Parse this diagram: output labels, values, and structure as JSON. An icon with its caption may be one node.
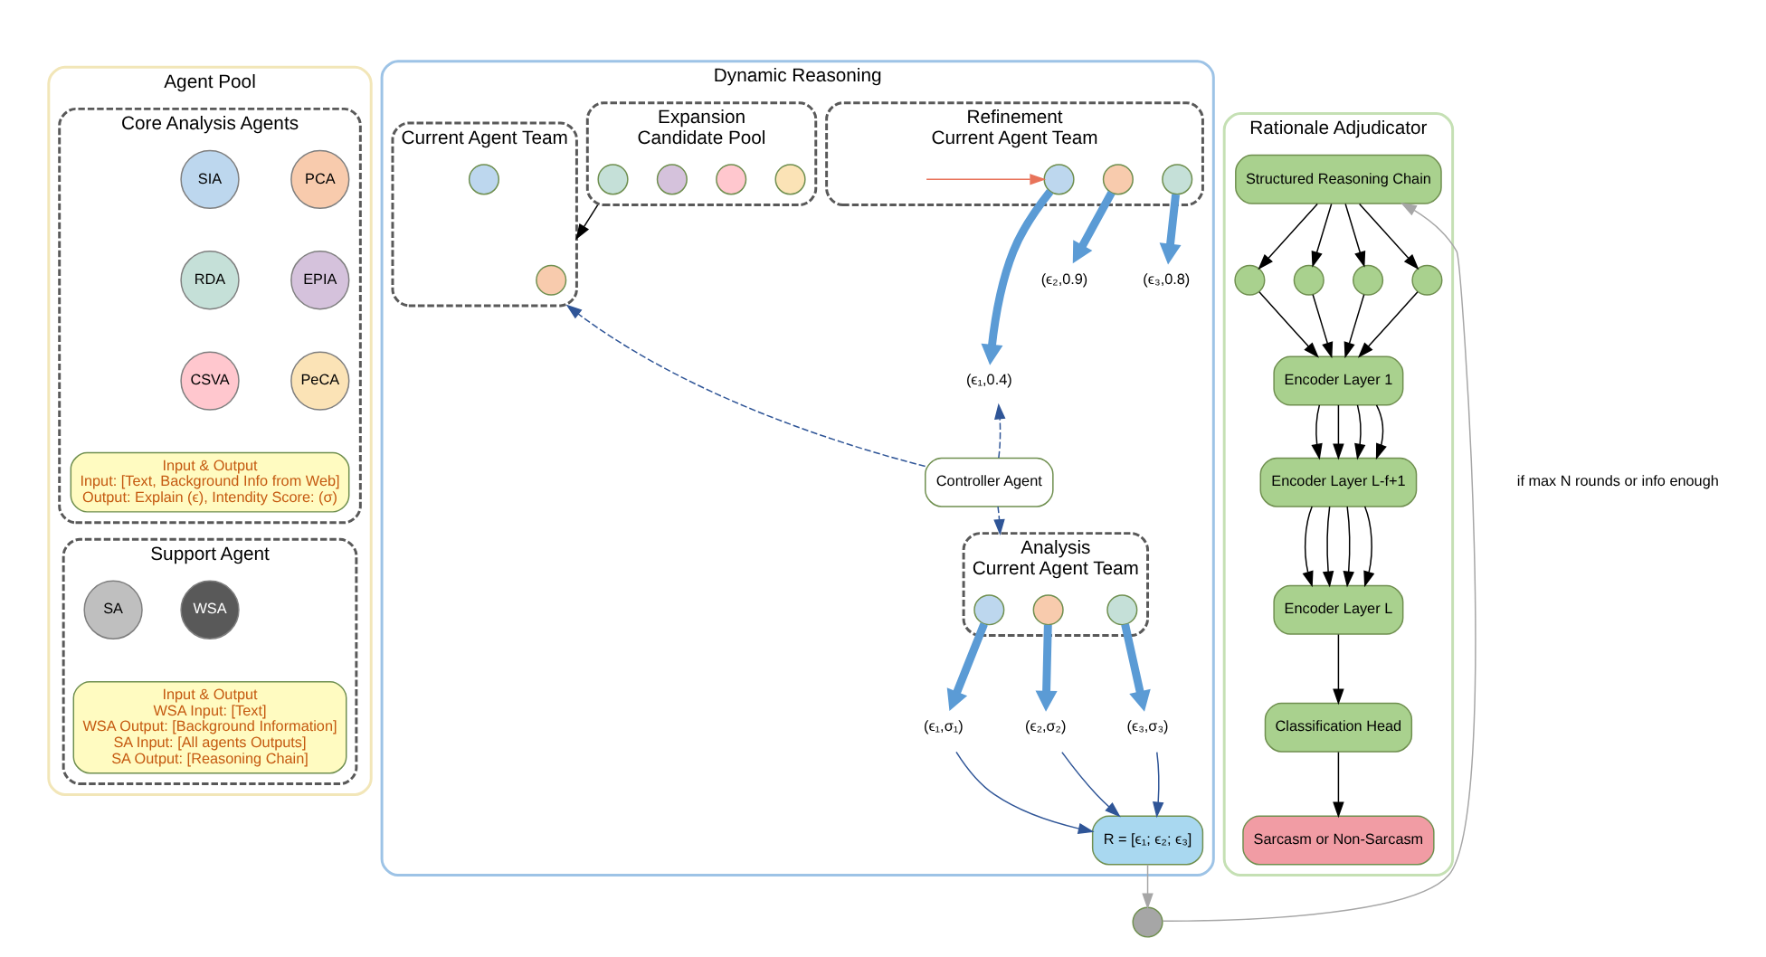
{
  "diagram": {
    "nodes": [
      {
        "text": [
          "Agent Pool"
        ]
      },
      {
        "text": [
          "Core Analysis Agents"
        ],
        "in": 0
      },
      {
        "text": [
          "SIA"
        ],
        "in": 1
      },
      {
        "text": [
          "PCA"
        ],
        "in": 1
      },
      {
        "text": [
          "RDA"
        ],
        "in": 1
      },
      {
        "text": [
          "EPIA"
        ],
        "in": 1
      },
      {
        "text": [
          "CSVA"
        ],
        "in": 1
      },
      {
        "text": [
          "PeCA"
        ],
        "in": 1
      },
      {
        "text": [
          "Input & Output",
          "Input: [Text, Background Info from Web]",
          "Output: Explain (ϵ), Intendity Score: (σ)"
        ],
        "in": 1
      },
      {
        "text": [
          "Support Agent"
        ],
        "in": 0
      },
      {
        "text": [
          "WSA"
        ],
        "in": 9
      },
      {
        "text": [
          "SA"
        ],
        "in": 9
      },
      {
        "text": [
          "Input & Output",
          "WSA Input: [Text]",
          "WSA Output: [Background Information]",
          "SA Input: [All agents Outputs]",
          "SA Output: [Reasoning Chain]"
        ],
        "in": 9
      },
      {
        "text": [
          "Dynamic Reasoning"
        ]
      },
      {
        "text": [
          "Refinement",
          "Current Agent Team"
        ],
        "in": 13
      },
      {
        "text": [],
        "shape": "circle",
        "in": 14
      },
      {
        "text": [],
        "shape": "circle",
        "in": 14
      },
      {
        "text": [],
        "shape": "circle",
        "in": 14
      },
      {
        "text": [
          "(ϵ₁,0.4)"
        ],
        "in": 13
      },
      {
        "text": [
          "(ϵ₂,0.9)"
        ],
        "in": 13
      },
      {
        "text": [
          "(ϵ₃,0.8)"
        ],
        "in": 13
      },
      {
        "text": [
          "Expansion",
          "Candidate Pool"
        ],
        "in": 13
      },
      {
        "text": [],
        "shape": "circle",
        "in": 21
      },
      {
        "text": [],
        "shape": "circle",
        "in": 21
      },
      {
        "text": [],
        "shape": "circle",
        "in": 21
      },
      {
        "text": [],
        "shape": "circle",
        "in": 21
      },
      {
        "text": [
          "Current Agent Team"
        ],
        "in": 13
      },
      {
        "text": [],
        "shape": "circle",
        "in": 26
      },
      {
        "text": [],
        "shape": "circle",
        "in": 26
      },
      {
        "text": [
          "Controller Agent"
        ],
        "in": 13
      },
      {
        "text": [
          "Analysis",
          "Current Agent Team"
        ],
        "in": 13
      },
      {
        "text": [],
        "shape": "circle",
        "in": 30
      },
      {
        "text": [],
        "shape": "circle",
        "in": 30
      },
      {
        "text": [],
        "shape": "circle",
        "in": 30
      },
      {
        "text": [
          "(ϵ₁,σ₁)"
        ],
        "in": 13
      },
      {
        "text": [
          "(ϵ₂,σ₂)"
        ],
        "in": 13
      },
      {
        "text": [
          "(ϵ₃,σ₃)"
        ],
        "in": 13
      },
      {
        "text": [
          "R = [ϵ₁; ϵ₂; ϵ₃]"
        ],
        "in": 13
      },
      {
        "text": [],
        "shape": "circle"
      },
      {
        "text": [
          "Rationale Adjudicator"
        ]
      },
      {
        "text": [
          "Structured Reasoning Chain"
        ],
        "in": 39
      },
      {
        "text": [],
        "shape": "circle",
        "in": 39
      },
      {
        "text": [],
        "shape": "circle",
        "in": 39
      },
      {
        "text": [],
        "shape": "circle",
        "in": 39
      },
      {
        "text": [],
        "shape": "circle",
        "in": 39
      },
      {
        "text": [
          "Encoder Layer 1"
        ],
        "in": 39
      },
      {
        "text": [
          "Encoder Layer L-f+1"
        ],
        "in": 39
      },
      {
        "text": [
          "Encoder Layer L"
        ],
        "in": 39
      },
      {
        "text": [
          "Classification Head"
        ],
        "in": 39
      },
      {
        "text": [
          "Sarcasm or Non-Sarcasm"
        ],
        "in": 39
      }
    ],
    "edges": [
      {
        "from": null,
        "to": 15,
        "arrow": "to",
        "color": "#e8735a"
      },
      {
        "from": 15,
        "to": 18,
        "arrow": "to",
        "style": "thick",
        "color": "#5b9bd5"
      },
      {
        "from": 16,
        "to": 19,
        "arrow": "to",
        "style": "thick",
        "color": "#5b9bd5"
      },
      {
        "from": 17,
        "to": 20,
        "arrow": "to",
        "style": "thick",
        "color": "#5b9bd5"
      },
      {
        "from": 21,
        "to": 26,
        "arrow": "to"
      },
      {
        "from": 29,
        "to": 18,
        "arrow": "to",
        "style": "dashed",
        "color": "#2f5597"
      },
      {
        "from": 29,
        "to": 26,
        "arrow": "to",
        "style": "dashed",
        "color": "#2f5597"
      },
      {
        "from": 29,
        "to": 30,
        "arrow": "to",
        "style": "dashed",
        "color": "#2f5597"
      },
      {
        "from": 31,
        "to": 34,
        "arrow": "to",
        "style": "thick",
        "color": "#5b9bd5"
      },
      {
        "from": 32,
        "to": 35,
        "arrow": "to",
        "style": "thick",
        "color": "#5b9bd5"
      },
      {
        "from": 33,
        "to": 36,
        "arrow": "to",
        "style": "thick",
        "color": "#5b9bd5"
      },
      {
        "from": 34,
        "to": 37,
        "arrow": "to",
        "color": "#2f5597"
      },
      {
        "from": 35,
        "to": 37,
        "arrow": "to",
        "color": "#2f5597"
      },
      {
        "from": 36,
        "to": 37,
        "arrow": "to",
        "color": "#2f5597"
      },
      {
        "from": 37,
        "to": 38,
        "arrow": "to",
        "color": "#a6a6a6"
      },
      {
        "from": 38,
        "to": 40,
        "arrow": "to",
        "color": "#a6a6a6"
      },
      {
        "from": 40,
        "to": 41,
        "arrow": "to"
      },
      {
        "from": 40,
        "to": 42,
        "arrow": "to"
      },
      {
        "from": 40,
        "to": 43,
        "arrow": "to"
      },
      {
        "from": 40,
        "to": 44,
        "arrow": "to"
      },
      {
        "from": 41,
        "to": 45,
        "arrow": "to"
      },
      {
        "from": 42,
        "to": 45,
        "arrow": "to"
      },
      {
        "from": 43,
        "to": 45,
        "arrow": "to"
      },
      {
        "from": 44,
        "to": 45,
        "arrow": "to"
      },
      {
        "from": 45,
        "to": 46,
        "arrow": "to"
      },
      {
        "from": 45,
        "to": 46,
        "arrow": "to"
      },
      {
        "from": 45,
        "to": 46,
        "arrow": "to"
      },
      {
        "from": 45,
        "to": 46,
        "arrow": "to"
      },
      {
        "from": 46,
        "to": 47,
        "arrow": "to"
      },
      {
        "from": 46,
        "to": 47,
        "arrow": "to"
      },
      {
        "from": 46,
        "to": 47,
        "arrow": "to"
      },
      {
        "from": 46,
        "to": 47,
        "arrow": "to"
      },
      {
        "from": 47,
        "to": 48,
        "arrow": "to"
      },
      {
        "from": 48,
        "to": 49,
        "arrow": "to"
      }
    ],
    "labels": [
      "if max N rounds or info enough"
    ]
  }
}
